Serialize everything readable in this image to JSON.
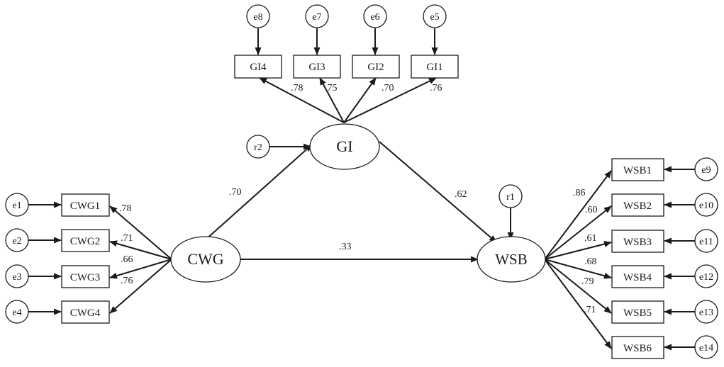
{
  "latent": {
    "cwg": "CWG",
    "gi": "GI",
    "wsb": "WSB"
  },
  "residuals": {
    "r1": "r1",
    "r2": "r2"
  },
  "indicators": {
    "gi": [
      "GI4",
      "GI3",
      "GI2",
      "GI1"
    ],
    "cwg": [
      "CWG1",
      "CWG2",
      "CWG3",
      "CWG4"
    ],
    "wsb": [
      "WSB1",
      "WSB2",
      "WSB3",
      "WSB4",
      "WSB5",
      "WSB6"
    ]
  },
  "errors": {
    "gi": [
      "e8",
      "e7",
      "e6",
      "e5"
    ],
    "cwg": [
      "e1",
      "e2",
      "e3",
      "e4"
    ],
    "wsb": [
      "e9",
      "e10",
      "e11",
      "e12",
      "e13",
      "e14"
    ]
  },
  "loadings": {
    "gi": [
      ".78",
      ".75",
      ".70",
      ".76"
    ],
    "cwg": [
      ".78",
      ".71",
      ".66",
      ".76"
    ],
    "wsb": [
      ".86",
      ".60",
      ".61",
      ".68",
      ".79",
      ".71"
    ]
  },
  "paths": {
    "cwg_gi": ".70",
    "gi_wsb": ".62",
    "cwg_wsb": ".33"
  }
}
